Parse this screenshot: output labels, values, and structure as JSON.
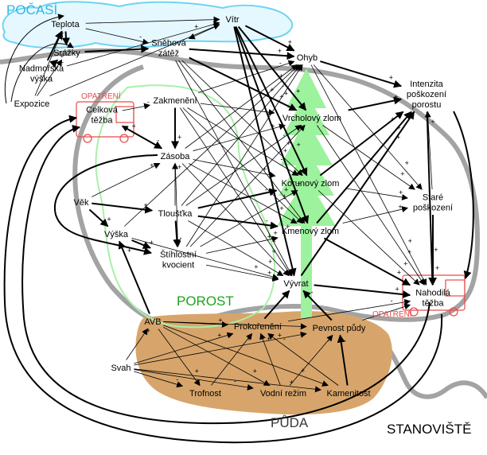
{
  "colors": {
    "cloud_fill": "#e6f8ff",
    "cloud_stroke": "#6fd3f2",
    "weather_label": "#29b9e3",
    "soil_fill": "#d7a56b",
    "soil_label": "#3a3a3a",
    "ground_line": "#a3a3a3",
    "stand_label": "#000000",
    "forest_outline": "#a8f0a8",
    "forest_label": "#1ca31c",
    "tree": "#9df29d",
    "opatreni": "#e84a4a",
    "arrow": "#000000"
  },
  "regions": {
    "pocasi": "POČASÍ",
    "porost": "POROST",
    "puda": "PŮDA",
    "stanoviste": "STANOVIŠTĚ"
  },
  "opatreni_label": "OPATŘENÍ",
  "nodes": {
    "teplota": "Teplota",
    "vitr": "Vítr",
    "srazky": "Srážky",
    "snehova_zatez": [
      "Sněhová",
      "zátěž"
    ],
    "nadmorska_vyska": [
      "Nadmořská",
      "výška"
    ],
    "expozice": "Expozice",
    "celkova_tezba": [
      "Celková",
      "těžba"
    ],
    "zakmeneni": "Zakmenění",
    "zasoba": "Zásoba",
    "vek": "Věk",
    "vyska": "Výška",
    "tloustka": "Tloušťka",
    "stihlostni_kvocient": [
      "Štíhlostní",
      "kvocient"
    ],
    "ohyb": "Ohyb",
    "vrcholovy_zlom": "Vrcholový zlom",
    "korunovy_zlom": "Korunový zlom",
    "kmenovy_zlom": "Kmenový zlom",
    "vyvrat": "Vývrat",
    "intenzita_poskozeni": [
      "Intenzita",
      "poškození",
      "porostu"
    ],
    "stare_poskozeni": [
      "Staré",
      "poškození"
    ],
    "nahodila_tezba": [
      "Nahodilá",
      "těžba"
    ],
    "avb": "AVB",
    "prokoreneni": "Prokořenění",
    "pevnost_pudy": "Pevnost půdy",
    "svah": "Svah",
    "trofnost": "Trofnost",
    "vodni_rezim": "Vodní režim",
    "kamenitost": "Kamenitost"
  },
  "edges": [
    [
      "expozice",
      "teplota",
      1,
      "+"
    ],
    [
      "expozice",
      "srazky",
      1,
      "+"
    ],
    [
      "expozice",
      "vitr",
      1,
      ""
    ],
    [
      "nadmorska_vyska",
      "teplota",
      2,
      "-"
    ],
    [
      "nadmorska_vyska",
      "srazky",
      2,
      "+"
    ],
    [
      "nadmorska_vyska",
      "vitr",
      1,
      "+"
    ],
    [
      "teplota",
      "srazky",
      2,
      ""
    ],
    [
      "teplota",
      "snehova_zatez",
      1,
      "-"
    ],
    [
      "teplota",
      "vitr",
      1,
      ""
    ],
    [
      "srazky",
      "snehova_zatez",
      2,
      "+"
    ],
    [
      "vitr",
      "snehova_zatez",
      1,
      ""
    ],
    [
      "vitr",
      "ohyb",
      2,
      "+"
    ],
    [
      "vitr",
      "vrcholovy_zlom",
      2,
      "+"
    ],
    [
      "vitr",
      "korunovy_zlom",
      2,
      "+"
    ],
    [
      "vitr",
      "kmenovy_zlom",
      2,
      "+"
    ],
    [
      "vitr",
      "vyvrat",
      2,
      "+"
    ],
    [
      "snehova_zatez",
      "ohyb",
      2,
      "+"
    ],
    [
      "snehova_zatez",
      "vrcholovy_zlom",
      2,
      "+"
    ],
    [
      "snehova_zatez",
      "korunovy_zlom",
      1,
      "+"
    ],
    [
      "snehova_zatez",
      "kmenovy_zlom",
      1,
      "+"
    ],
    [
      "snehova_zatez",
      "vyvrat",
      1,
      "+"
    ],
    [
      "celkova_tezba",
      "zakmeneni",
      1,
      "-"
    ],
    [
      "celkova_tezba",
      "zasoba",
      2,
      "-"
    ],
    [
      "zakmeneni",
      "zasoba",
      2,
      "+"
    ],
    [
      "zakmeneni",
      "ohyb",
      1,
      "-"
    ],
    [
      "zakmeneni",
      "vrcholovy_zlom",
      1,
      "-"
    ],
    [
      "zakmeneni",
      "korunovy_zlom",
      1,
      "-"
    ],
    [
      "zakmeneni",
      "kmenovy_zlom",
      1,
      "-"
    ],
    [
      "zakmeneni",
      "vyvrat",
      1,
      "-"
    ],
    [
      "zasoba",
      "ohyb",
      1,
      "+"
    ],
    [
      "zasoba",
      "vrcholovy_zlom",
      1,
      "+"
    ],
    [
      "zasoba",
      "korunovy_zlom",
      1,
      "+"
    ],
    [
      "zasoba",
      "kmenovy_zlom",
      1,
      "+"
    ],
    [
      "zasoba",
      "vyvrat",
      1,
      "+"
    ],
    [
      "zasoba",
      "celkova_tezba",
      1,
      "+"
    ],
    [
      "zasoba",
      "stihlostni_kvocient",
      1,
      ""
    ],
    [
      "tloustka",
      "zasoba",
      1,
      "+"
    ],
    [
      "vek",
      "vyska",
      2,
      "+"
    ],
    [
      "vek",
      "tloustka",
      2,
      "+"
    ],
    [
      "vek",
      "zasoba",
      1,
      "+"
    ],
    [
      "vyska",
      "stihlostni_kvocient",
      2,
      "+"
    ],
    [
      "tloustka",
      "stihlostni_kvocient",
      2,
      "-"
    ],
    [
      "tloustka",
      "ohyb",
      1,
      "-"
    ],
    [
      "tloustka",
      "vrcholovy_zlom",
      1,
      "-"
    ],
    [
      "tloustka",
      "korunovy_zlom",
      2,
      "-"
    ],
    [
      "tloustka",
      "kmenovy_zlom",
      2,
      "-"
    ],
    [
      "tloustka",
      "vyvrat",
      1,
      "+"
    ],
    [
      "stihlostni_kvocient",
      "ohyb",
      1,
      "+"
    ],
    [
      "stihlostni_kvocient",
      "vrcholovy_zlom",
      1,
      "+"
    ],
    [
      "stihlostni_kvocient",
      "korunovy_zlom",
      1,
      "+"
    ],
    [
      "stihlostni_kvocient",
      "kmenovy_zlom",
      1,
      "+"
    ],
    [
      "stihlostni_kvocient",
      "vyvrat",
      1,
      "+"
    ],
    [
      "vyska",
      "ohyb",
      1,
      "+"
    ],
    [
      "vyska",
      "vyvrat",
      1,
      "+"
    ],
    [
      "ohyb",
      "intenzita_poskozeni",
      2,
      "+"
    ],
    [
      "ohyb",
      "stare_poskozeni",
      1,
      "+"
    ],
    [
      "ohyb",
      "nahodila_tezba",
      1,
      "+"
    ],
    [
      "vrcholovy_zlom",
      "intenzita_poskozeni",
      2,
      "+"
    ],
    [
      "vrcholovy_zlom",
      "stare_poskozeni",
      1,
      "+"
    ],
    [
      "vrcholovy_zlom",
      "nahodila_tezba",
      1,
      "+"
    ],
    [
      "korunovy_zlom",
      "intenzita_poskozeni",
      2,
      "+"
    ],
    [
      "korunovy_zlom",
      "stare_poskozeni",
      1,
      "+"
    ],
    [
      "korunovy_zlom",
      "nahodila_tezba",
      1,
      "+"
    ],
    [
      "kmenovy_zlom",
      "intenzita_poskozeni",
      2,
      "+"
    ],
    [
      "kmenovy_zlom",
      "stare_poskozeni",
      1,
      "+"
    ],
    [
      "kmenovy_zlom",
      "nahodila_tezba",
      2,
      "+"
    ],
    [
      "vyvrat",
      "intenzita_poskozeni",
      2,
      "+"
    ],
    [
      "vyvrat",
      "nahodila_tezba",
      2,
      "+"
    ],
    [
      "stare_poskozeni",
      "intenzita_poskozeni",
      1,
      "+"
    ],
    [
      "stare_poskozeni",
      "nahodila_tezba",
      2,
      "+"
    ],
    [
      "intenzita_poskozeni",
      "nahodila_tezba",
      2,
      "+"
    ],
    [
      "avb",
      "vyska",
      2,
      "+"
    ],
    [
      "avb",
      "prokoreneni",
      1,
      "+"
    ],
    [
      "avb",
      "pevnost_pudy",
      1,
      ""
    ],
    [
      "avb",
      "trofnost",
      1,
      "+"
    ],
    [
      "avb",
      "vodni_rezim",
      1,
      "+"
    ],
    [
      "avb",
      "kamenitost",
      1,
      "+"
    ],
    [
      "svah",
      "avb",
      1,
      "+"
    ],
    [
      "svah",
      "prokoreneni",
      1,
      "+"
    ],
    [
      "svah",
      "pevnost_pudy",
      1,
      "+"
    ],
    [
      "svah",
      "trofnost",
      1,
      "-"
    ],
    [
      "svah",
      "vodni_rezim",
      1,
      "-"
    ],
    [
      "svah",
      "kamenitost",
      1,
      "+"
    ],
    [
      "trofnost",
      "prokoreneni",
      1,
      "+"
    ],
    [
      "vodni_rezim",
      "prokoreneni",
      1,
      "+"
    ],
    [
      "vodni_rezim",
      "pevnost_pudy",
      1,
      "-"
    ],
    [
      "kamenitost",
      "prokoreneni",
      1,
      "-"
    ],
    [
      "kamenitost",
      "pevnost_pudy",
      2,
      "-"
    ],
    [
      "prokoreneni",
      "vyvrat",
      2,
      "-"
    ],
    [
      "pevnost_pudy",
      "vyvrat",
      2,
      "-"
    ],
    [
      "pevnost_pudy",
      "nahodila_tezba",
      1,
      "-"
    ],
    [
      "prokoreneni",
      "nahodila_tezba",
      1,
      "-"
    ]
  ]
}
